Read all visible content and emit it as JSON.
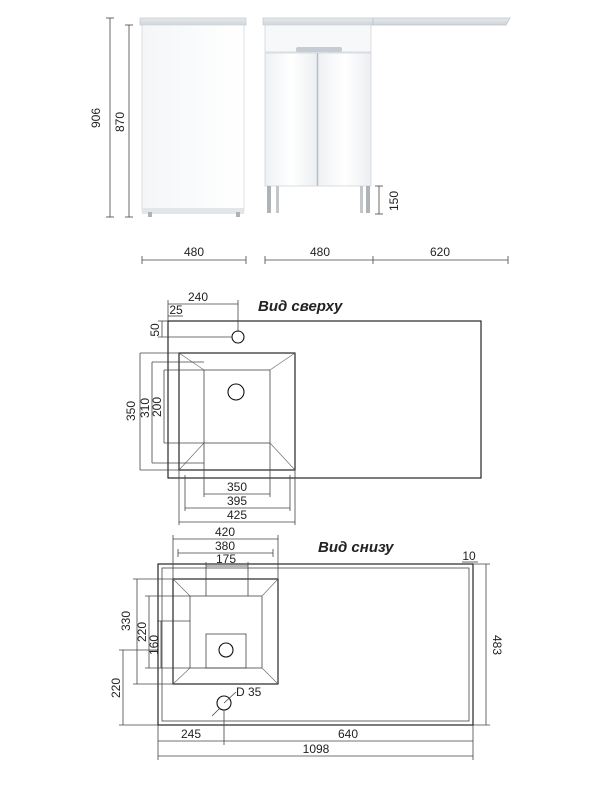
{
  "front_view": {
    "height_total": "906",
    "height_body": "870",
    "leg_height": "150",
    "width_side": "480",
    "width_front": "480",
    "width_top": "620"
  },
  "top_view": {
    "title": "Вид сверху",
    "dim_240": "240",
    "dim_25": "25",
    "dim_50": "50",
    "dim_350_v": "350",
    "dim_310": "310",
    "dim_200": "200",
    "dim_350_h": "350",
    "dim_395": "395",
    "dim_425": "425"
  },
  "bottom_view": {
    "title": "Вид снизу",
    "dim_420": "420",
    "dim_380": "380",
    "dim_175": "175",
    "dim_10": "10",
    "dim_330": "330",
    "dim_220_a": "220",
    "dim_160": "160",
    "dim_220_b": "220",
    "dim_483": "483",
    "drain": "D 35",
    "dim_245": "245",
    "dim_640": "640",
    "dim_1098": "1098"
  }
}
